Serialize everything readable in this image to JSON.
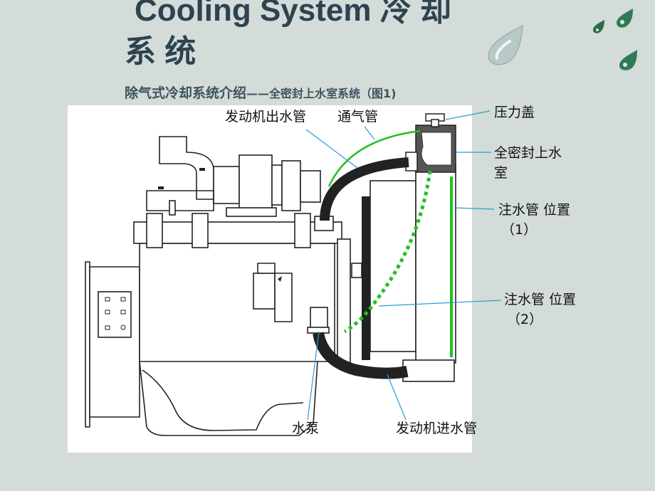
{
  "slide": {
    "title_line1": "Cooling System  冷 却",
    "title_line2": "系 统",
    "subtitle_main": "除气式冷却系统介绍",
    "subtitle_dash": "——",
    "subtitle_detail": "全密封上水室系统（图1)"
  },
  "labels": {
    "engine_outlet": "发动机出水管",
    "vent_pipe": "通气管",
    "pressure_cap": "压力盖",
    "sealed_tank_line1": "全密封上水",
    "sealed_tank_line2": "室",
    "fill_pipe_1_line1": "注水管 位置",
    "fill_pipe_1_line2": "（1）",
    "fill_pipe_2_line1": "注水管 位置",
    "fill_pipe_2_line2": "（2）",
    "water_pump": "水泵",
    "engine_inlet": "发动机进水管"
  },
  "colors": {
    "background": "#d3dcd8",
    "title": "#2f4250",
    "leader_line": "#2a9bd8",
    "green_pipe": "#22c022",
    "hose": "#222222"
  }
}
